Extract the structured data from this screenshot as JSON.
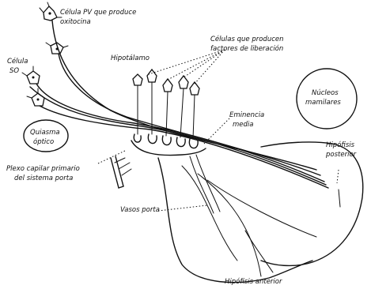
{
  "labels": {
    "pv_cell_line1": "Célula PV que produce",
    "pv_cell_line2": "oxitocina",
    "so_cell_line1": "Célula",
    "so_cell_line2": "SO",
    "hypothalamus": "Hipotálamo",
    "releasing_cells_line1": "Células que producen",
    "releasing_cells_line2": "factores de liberación",
    "mammillary_line1": "Núcleos",
    "mammillary_line2": "mamilares",
    "median_eminence_line1": "Eminencia",
    "median_eminence_line2": "media",
    "optic_chiasm_line1": "Quiasma",
    "optic_chiasm_line2": "óptico",
    "posterior_pituitary_line1": "Hipófisis",
    "posterior_pituitary_line2": "posterior",
    "primary_plexus_line1": "Plexo capilar primario",
    "primary_plexus_line2": "del sistema porta",
    "portal_vessels": "Vasos porta",
    "anterior_pituitary": "Hipófisis anterior"
  }
}
